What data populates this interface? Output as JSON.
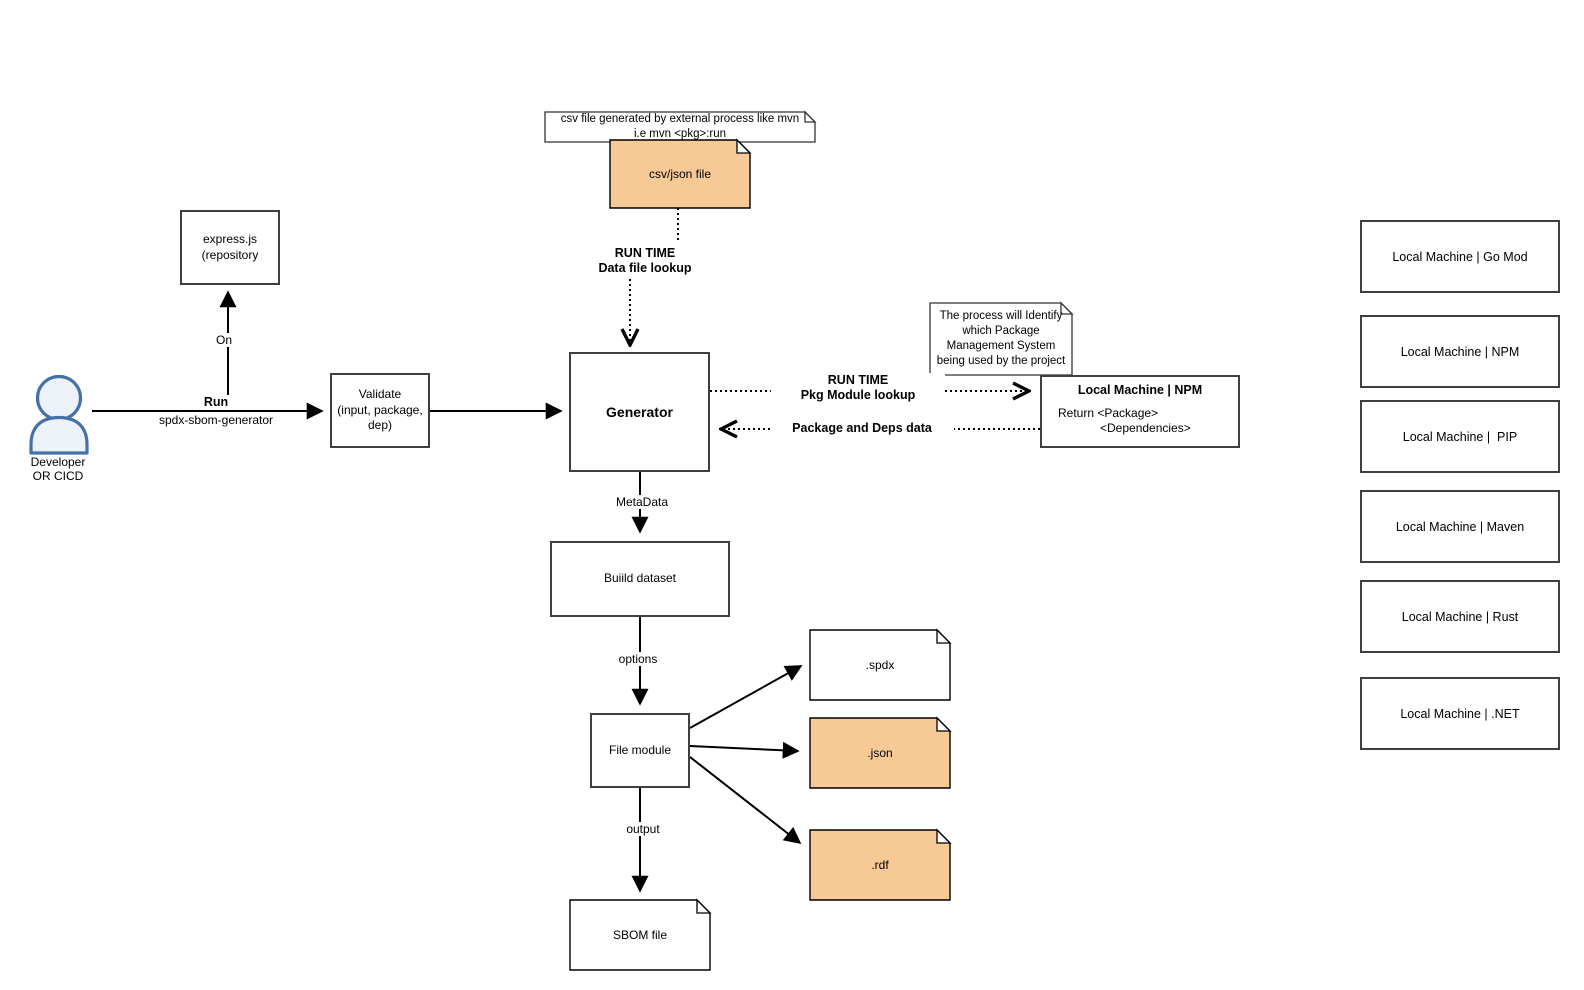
{
  "colors": {
    "background": "#FFFFFF",
    "orange_fill": "#F7C997",
    "doc_stroke": "#000000",
    "box_border": "#3F3F3F",
    "actor_stroke": "#4472A8",
    "actor_fill": "#EDF2F9"
  },
  "actor": {
    "label": "Developer\nOR CICD"
  },
  "labels": {
    "run_bold": "Run",
    "run_sub": "spdx-sbom-generator",
    "on": "On",
    "runtime_data": "RUN TIME\nData file lookup",
    "runtime_pkg": "RUN TIME\nPkg Module lookup",
    "pkg_deps": "Package and Deps data",
    "metadata": "MetaData",
    "options": "options",
    "output": "output"
  },
  "nodes": {
    "express": {
      "label": "express.js\n(repository"
    },
    "validate": {
      "label": "Validate\n(input, package,\ndep)"
    },
    "generator": {
      "label": "Generator"
    },
    "build_dataset": {
      "label": "Buiild dataset"
    },
    "file_module": {
      "label": "File module"
    },
    "npm": {
      "title": "Local Machine | NPM",
      "body_line1": "Return <Package>",
      "body_line2": "<Dependencies>"
    }
  },
  "documents": {
    "csv_note": {
      "label": "csv file generated by external process like mvn\ni.e mvn <pkg>:run"
    },
    "csv_json": {
      "label": "csv/json file"
    },
    "npm_note": {
      "label": "The process will Identify\nwhich Package\nManagement System\nbeing used by the project"
    },
    "spdx": {
      "label": ".spdx"
    },
    "json": {
      "label": ".json"
    },
    "rdf": {
      "label": ".rdf"
    },
    "sbom": {
      "label": "SBOM file"
    }
  },
  "right_column": {
    "items": [
      {
        "label": "Local Machine | Go Mod"
      },
      {
        "label": "Local Machine | NPM"
      },
      {
        "label": "Local Machine |  PIP"
      },
      {
        "label": "Local Machine | Maven"
      },
      {
        "label": "Local Machine | Rust"
      },
      {
        "label": "Local Machine | .NET"
      }
    ]
  }
}
